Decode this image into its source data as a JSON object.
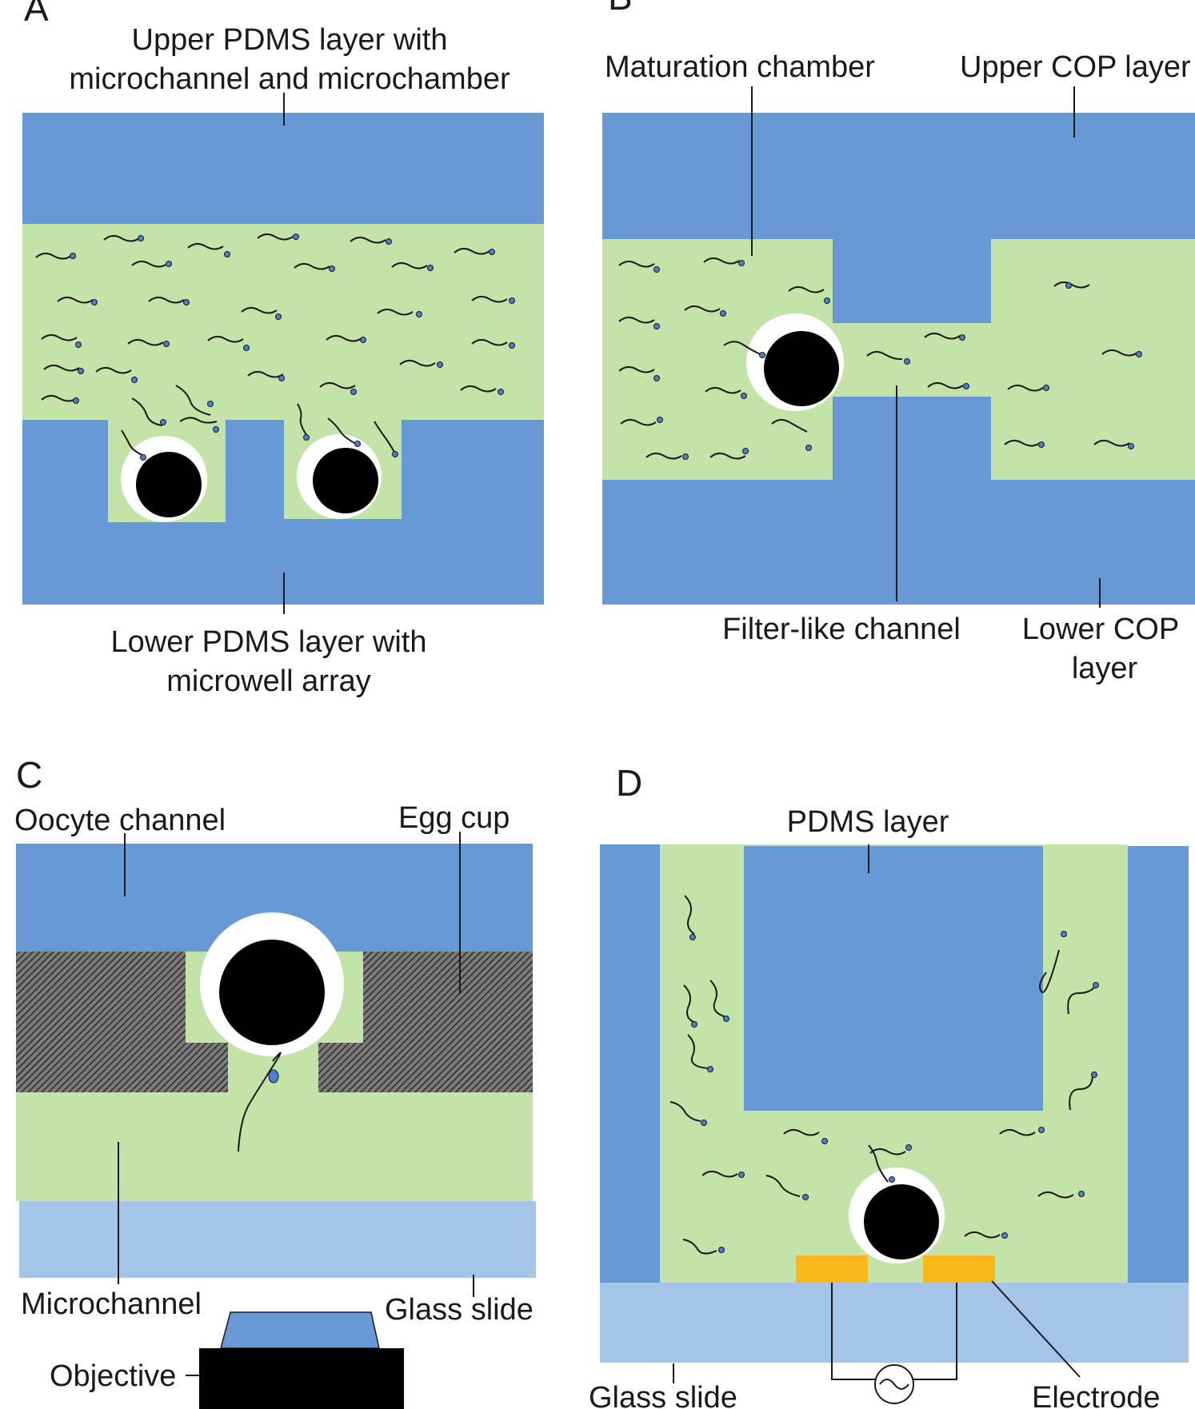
{
  "panels": {
    "a": {
      "letter": "A",
      "top_label_1": "Upper PDMS layer with",
      "top_label_2": "microchannel and microchamber",
      "bottom_label_1": "Lower PDMS layer with",
      "bottom_label_2": "microwell array"
    },
    "b": {
      "letter": "B",
      "maturation": "Maturation chamber",
      "upper_cop": "Upper COP layer",
      "filter": "Filter-like channel",
      "lower_cop_1": "Lower COP",
      "lower_cop_2": "layer"
    },
    "c": {
      "letter": "C",
      "oocyte_channel": "Oocyte channel",
      "egg_cup": "Egg cup",
      "microchannel": "Microchannel",
      "glass_slide": "Glass slide",
      "objective": "Objective"
    },
    "d": {
      "letter": "D",
      "pdms": "PDMS layer",
      "glass_slide": "Glass slide",
      "electrode": "Electrode"
    }
  },
  "colors": {
    "pdms_blue": "#6699d5",
    "medium_green": "#c3e3a8",
    "glass_blue": "#a4c5e8",
    "electrode_orange": "#f8b71a",
    "oocyte_black": "#000000",
    "sperm_head": "#4a7fcf"
  }
}
